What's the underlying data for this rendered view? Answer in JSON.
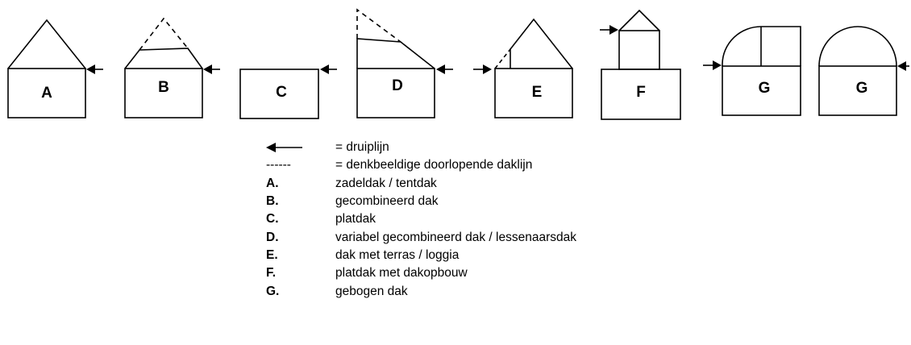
{
  "figures": [
    {
      "id": "A",
      "label": "A",
      "roof": "zadeldak / tentdak"
    },
    {
      "id": "B",
      "label": "B",
      "roof": "gecombineerd dak"
    },
    {
      "id": "C",
      "label": "C",
      "roof": "platdak"
    },
    {
      "id": "D",
      "label": "D",
      "roof": "variabel gecombineerd dak / lessenaarsdak"
    },
    {
      "id": "E",
      "label": "E",
      "roof": "dak met terras / loggia"
    },
    {
      "id": "F",
      "label": "F",
      "roof": "platdak met dakopbouw"
    },
    {
      "id": "G1",
      "label": "G",
      "roof": "gebogen dak"
    },
    {
      "id": "G2",
      "label": "G",
      "roof": "gebogen dak"
    }
  ],
  "legend": {
    "arrow": {
      "symbol": "arrow-left-icon",
      "text": "= druiplijn"
    },
    "dashed": {
      "symbol": "------",
      "text": "= denkbeeldige doorlopende daklijn"
    },
    "items": [
      {
        "key": "A.",
        "text": "zadeldak / tentdak"
      },
      {
        "key": "B.",
        "text": "gecombineerd dak"
      },
      {
        "key": "C.",
        "text": "platdak"
      },
      {
        "key": "D.",
        "text": "variabel gecombineerd dak / lessenaarsdak"
      },
      {
        "key": "E.",
        "text": "dak met terras / loggia"
      },
      {
        "key": "F.",
        "text": "platdak met dakopbouw"
      },
      {
        "key": "G.",
        "text": "gebogen dak"
      }
    ]
  }
}
